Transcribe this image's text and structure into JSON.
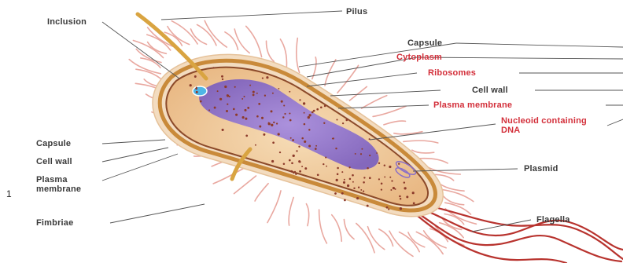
{
  "labels": {
    "inclusion": "Inclusion",
    "pilus": "Pilus",
    "capsule_right": "Capsule",
    "cytoplasm": "Cytoplasm",
    "ribosomes": "Ribosomes",
    "cell_wall_right": "Cell wall",
    "plasma_membrane_right": "Plasma membrane",
    "nucleoid": "Nucleoid containing DNA",
    "plasmid": "Plasmid",
    "flagella": "Flagella",
    "capsule_left": "Capsule",
    "cell_wall_left": "Cell wall",
    "plasma_membrane_left": "Plasma membrane",
    "fimbriae": "Fimbriae",
    "edge_mark": "1"
  },
  "colors": {
    "highlight_label": "#d32f3a",
    "normal_label": "#3a3a3a",
    "capsule": "#f3dcc0",
    "cell_wall": "#c98a3a",
    "cytoplasm": "#f1cfa3",
    "nucleoid": "#8a6fc8",
    "fimbriae": "#e9a8a0",
    "flagella": "#b8332e",
    "pilus": "#d9a441"
  }
}
